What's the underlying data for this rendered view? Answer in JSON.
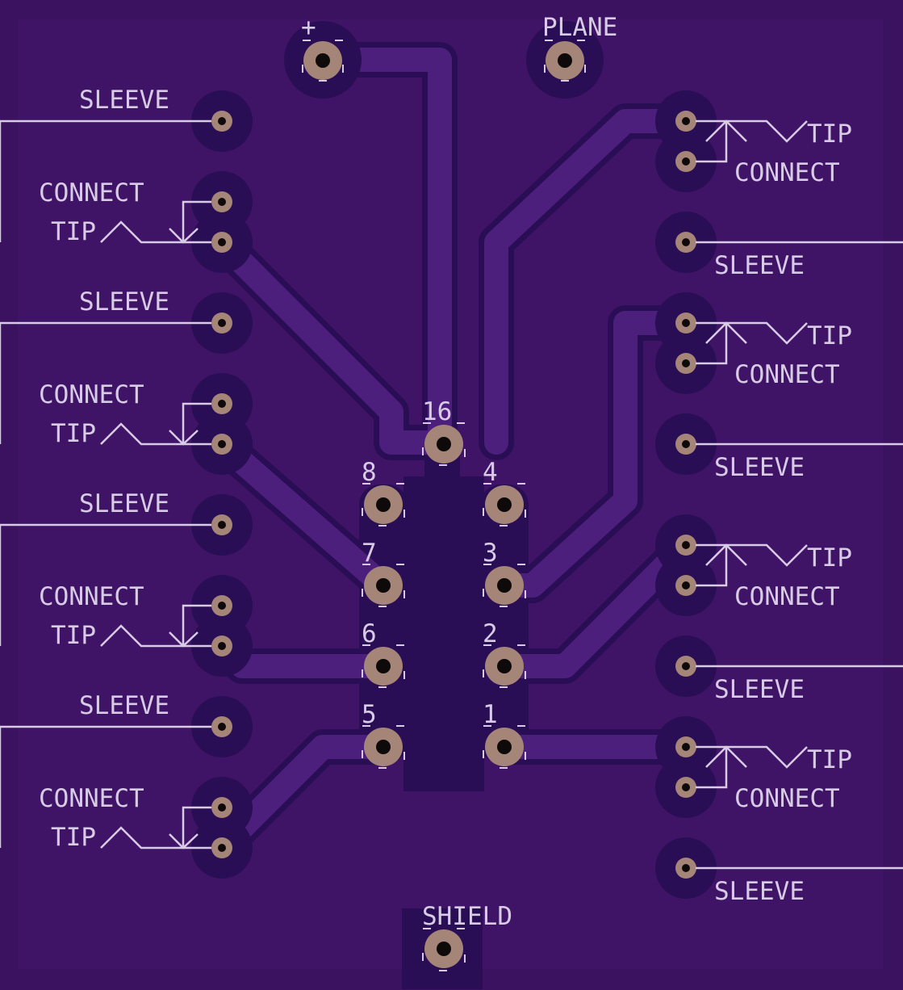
{
  "board": {
    "colors": {
      "background": "#3b1260",
      "inner": "#3f1466",
      "clearance": "#2a0e55",
      "trace": "#4d1f7c",
      "pad_copper": "#a58577",
      "silkscreen": "#d8cbe6",
      "hole": "#0f0a0a"
    }
  },
  "labels": {
    "plus": "+",
    "plane": "PLANE",
    "shield": "SHIELD",
    "pin16": "16",
    "pin8": "8",
    "pin7": "7",
    "pin6": "6",
    "pin5": "5",
    "pin4": "4",
    "pin3": "3",
    "pin2": "2",
    "pin1": "1"
  },
  "jacks_left": [
    {
      "sleeve": "SLEEVE",
      "connect": "CONNECT",
      "tip": "TIP"
    },
    {
      "sleeve": "SLEEVE",
      "connect": "CONNECT",
      "tip": "TIP"
    },
    {
      "sleeve": "SLEEVE",
      "connect": "CONNECT",
      "tip": "TIP"
    },
    {
      "sleeve": "SLEEVE",
      "connect": "CONNECT",
      "tip": "TIP"
    }
  ],
  "jacks_right": [
    {
      "tip": "TIP",
      "connect": "CONNECT",
      "sleeve": "SLEEVE"
    },
    {
      "tip": "TIP",
      "connect": "CONNECT",
      "sleeve": "SLEEVE"
    },
    {
      "tip": "TIP",
      "connect": "CONNECT",
      "sleeve": "SLEEVE"
    },
    {
      "tip": "TIP",
      "connect": "CONNECT",
      "sleeve": "SLEEVE"
    }
  ]
}
